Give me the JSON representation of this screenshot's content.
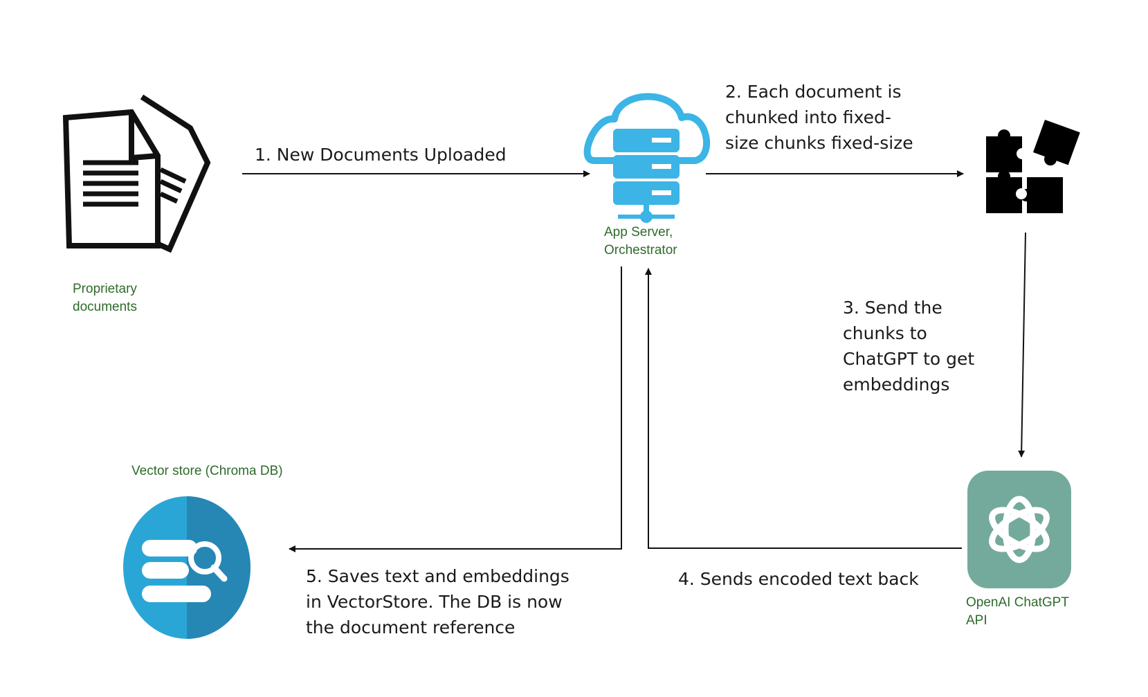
{
  "nodes": {
    "documents": {
      "label": "Proprietary\ndocuments",
      "icon": "documents-icon"
    },
    "app_server": {
      "label": "App Server,\nOrchestrator",
      "icon": "cloud-server-icon"
    },
    "chunks": {
      "icon": "puzzle-pieces-icon"
    },
    "openai": {
      "label": "OpenAI ChatGPT\nAPI",
      "icon": "openai-logo-icon"
    },
    "vector_store": {
      "label": "Vector store (Chroma DB)",
      "icon": "database-search-icon"
    }
  },
  "steps": {
    "s1": "1. New Documents Uploaded",
    "s2": "2. Each document is\nchunked into fixed-\nsize chunks fixed-size",
    "s3": "3. Send the\nchunks to\nChatGPT to get\nembeddings",
    "s4": "4. Sends encoded text back",
    "s5": "5. Saves text and embeddings\nin VectorStore. The DB is now\nthe document reference"
  },
  "colors": {
    "label_green": "#2e6b2a",
    "cloud_blue": "#3cb4e6",
    "openai_green": "#74aa9c",
    "db_blue": "#2aa6d6",
    "db_blue_dark": "#2687b5"
  }
}
